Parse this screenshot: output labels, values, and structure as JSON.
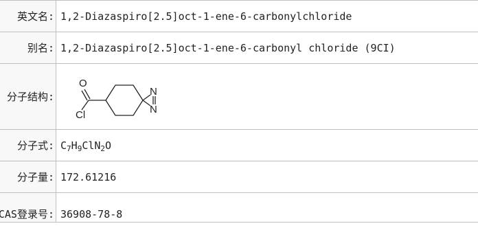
{
  "rows": [
    {
      "label": "英文名:",
      "value": "1,2-Diazaspiro[2.5]oct-1-ene-6-carbonylchloride"
    },
    {
      "label": "别名:",
      "value": "1,2-Diazaspiro[2.5]oct-1-ene-6-carbonyl chloride (9CI)"
    },
    {
      "label": "分子结构:",
      "structure_atoms": {
        "oxygen": "O",
        "chlorine": "Cl",
        "nitrogen_top": "N",
        "nitrogen_bottom": "N"
      }
    },
    {
      "label": "分子式:",
      "formula": [
        {
          "t": "C"
        },
        {
          "t": "7",
          "sub": true
        },
        {
          "t": "H"
        },
        {
          "t": "9",
          "sub": true
        },
        {
          "t": "ClN"
        },
        {
          "t": "2",
          "sub": true
        },
        {
          "t": "O"
        }
      ]
    },
    {
      "label": "分子量:",
      "value": "172.61216"
    },
    {
      "label": "CAS登录号:",
      "value": "36908-78-8"
    }
  ]
}
